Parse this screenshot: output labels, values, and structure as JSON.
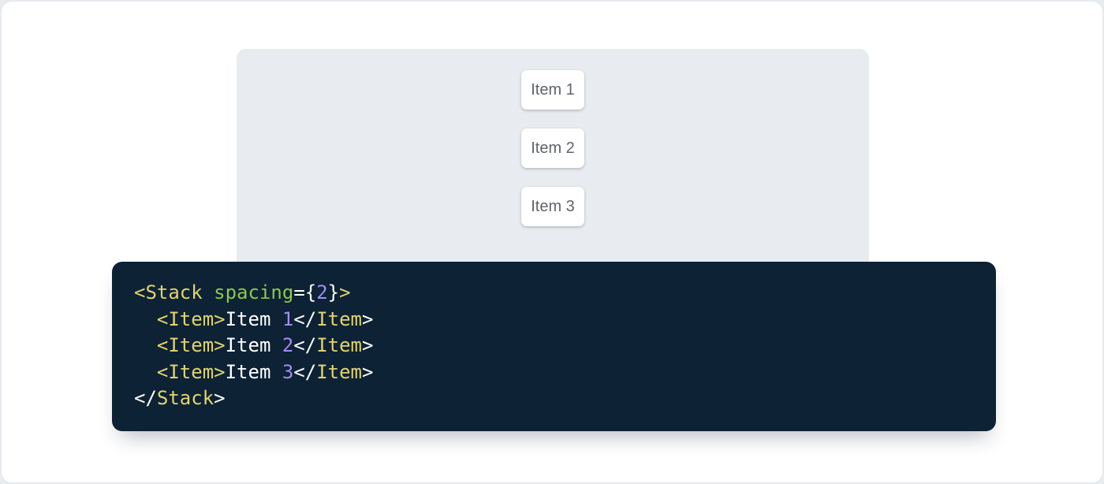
{
  "page": {
    "background": "#FFFFFF",
    "border_color": "#E2E6EA"
  },
  "demo": {
    "panel_color": "#E8EBF0",
    "item_card_color": "#FFFFFF",
    "item_text_color": "#5F6368",
    "items": [
      "Item 1",
      "Item 2",
      "Item 3"
    ]
  },
  "code": {
    "background": "#0D2235",
    "colors": {
      "tag": "#E2D36D",
      "attr": "#8CC84B",
      "number": "#A18CF2",
      "plain": "#FFFFFF"
    },
    "source_text": "<Stack spacing={2}>\n  <Item>Item 1</Item>\n  <Item>Item 2</Item>\n  <Item>Item 3</Item>\n</Stack>",
    "lines": [
      {
        "tokens": [
          {
            "t": "<Stack",
            "c": "tag"
          },
          {
            "t": " ",
            "c": "plain"
          },
          {
            "t": "spacing",
            "c": "attr"
          },
          {
            "t": "={",
            "c": "plain"
          },
          {
            "t": "2",
            "c": "number"
          },
          {
            "t": "}",
            "c": "plain"
          },
          {
            "t": ">",
            "c": "tag"
          }
        ]
      },
      {
        "tokens": [
          {
            "t": "  <Item>",
            "c": "tag"
          },
          {
            "t": "Item ",
            "c": "plain"
          },
          {
            "t": "1",
            "c": "number"
          },
          {
            "t": "</",
            "c": "plain"
          },
          {
            "t": "Item",
            "c": "tag"
          },
          {
            "t": ">",
            "c": "plain"
          }
        ]
      },
      {
        "tokens": [
          {
            "t": "  <Item>",
            "c": "tag"
          },
          {
            "t": "Item ",
            "c": "plain"
          },
          {
            "t": "2",
            "c": "number"
          },
          {
            "t": "</",
            "c": "plain"
          },
          {
            "t": "Item",
            "c": "tag"
          },
          {
            "t": ">",
            "c": "plain"
          }
        ]
      },
      {
        "tokens": [
          {
            "t": "  <Item>",
            "c": "tag"
          },
          {
            "t": "Item ",
            "c": "plain"
          },
          {
            "t": "3",
            "c": "number"
          },
          {
            "t": "</",
            "c": "plain"
          },
          {
            "t": "Item",
            "c": "tag"
          },
          {
            "t": ">",
            "c": "plain"
          }
        ]
      },
      {
        "tokens": [
          {
            "t": "</",
            "c": "plain"
          },
          {
            "t": "Stack",
            "c": "tag"
          },
          {
            "t": ">",
            "c": "plain"
          }
        ]
      }
    ]
  }
}
